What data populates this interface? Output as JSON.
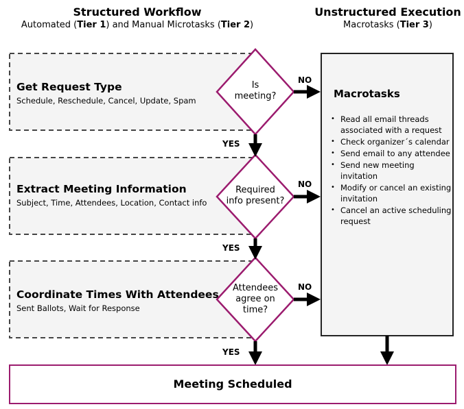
{
  "header": {
    "left_title": "Structured Workflow",
    "left_sub_1": "Automated (",
    "left_sub_tier1": "Tier 1",
    "left_sub_2": ") and Manual Microtasks (",
    "left_sub_tier2": "Tier 2",
    "left_sub_3": ")",
    "right_title": "Unstructured Execution",
    "right_sub_1": "Macrotasks (",
    "right_sub_tier3": "Tier 3",
    "right_sub_2": ")"
  },
  "steps": [
    {
      "title": "Get Request Type",
      "subtitle": "Schedule, Reschedule, Cancel, Update, Spam",
      "decision": [
        "Is",
        "meeting?"
      ],
      "no_label": "NO",
      "yes_label": "YES"
    },
    {
      "title": "Extract Meeting Information",
      "subtitle": "Subject, Time, Attendees, Location, Contact info",
      "decision": [
        "Required",
        "info present?"
      ],
      "no_label": "NO",
      "yes_label": "YES"
    },
    {
      "title": "Coordinate Times With Attendees",
      "subtitle": "Sent Ballots, Wait for Response",
      "decision": [
        "Attendees",
        "agree on",
        "time?"
      ],
      "no_label": "NO",
      "yes_label": "YES"
    }
  ],
  "macrotasks": {
    "title": "Macrotasks",
    "items": [
      "Read all email threads associated with a request",
      "Check organizer´s calendar",
      "Send email to any attendee",
      "Send new meeting invitation",
      "Modify or cancel an existing invitation",
      "Cancel an active scheduling request"
    ]
  },
  "final": {
    "label": "Meeting Scheduled"
  },
  "colors": {
    "box_fill": "#f4f4f4",
    "accent": "#9b1b6e",
    "arrow": "#000000"
  }
}
